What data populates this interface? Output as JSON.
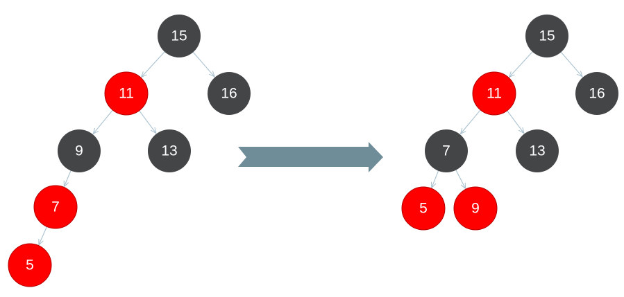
{
  "colors": {
    "black_node": "#434547",
    "red_node": "#ff0000",
    "red_node_stroke": "#b30000",
    "edge": "#a9c1cf",
    "transition_arrow": "#6f8d99",
    "label": "#ffffff"
  },
  "transition_arrow_icon": "right-arrow-icon",
  "trees": {
    "before": {
      "nodes": [
        {
          "id": "b15",
          "label": "15",
          "color": "black"
        },
        {
          "id": "b11",
          "label": "11",
          "color": "red"
        },
        {
          "id": "b16",
          "label": "16",
          "color": "black"
        },
        {
          "id": "b9",
          "label": "9",
          "color": "black"
        },
        {
          "id": "b13",
          "label": "13",
          "color": "black"
        },
        {
          "id": "b7",
          "label": "7",
          "color": "red"
        },
        {
          "id": "b5",
          "label": "5",
          "color": "red"
        }
      ],
      "edges": [
        {
          "from": "b15",
          "to": "b11"
        },
        {
          "from": "b15",
          "to": "b16"
        },
        {
          "from": "b11",
          "to": "b9"
        },
        {
          "from": "b11",
          "to": "b13"
        },
        {
          "from": "b9",
          "to": "b7"
        },
        {
          "from": "b7",
          "to": "b5"
        }
      ]
    },
    "after": {
      "nodes": [
        {
          "id": "a15",
          "label": "15",
          "color": "black"
        },
        {
          "id": "a11",
          "label": "11",
          "color": "red"
        },
        {
          "id": "a16",
          "label": "16",
          "color": "black"
        },
        {
          "id": "a7",
          "label": "7",
          "color": "black"
        },
        {
          "id": "a13",
          "label": "13",
          "color": "black"
        },
        {
          "id": "a5",
          "label": "5",
          "color": "red"
        },
        {
          "id": "a9",
          "label": "9",
          "color": "red"
        }
      ],
      "edges": [
        {
          "from": "a15",
          "to": "a11"
        },
        {
          "from": "a15",
          "to": "a16"
        },
        {
          "from": "a11",
          "to": "a7"
        },
        {
          "from": "a11",
          "to": "a13"
        },
        {
          "from": "a7",
          "to": "a5"
        },
        {
          "from": "a7",
          "to": "a9"
        }
      ]
    }
  }
}
